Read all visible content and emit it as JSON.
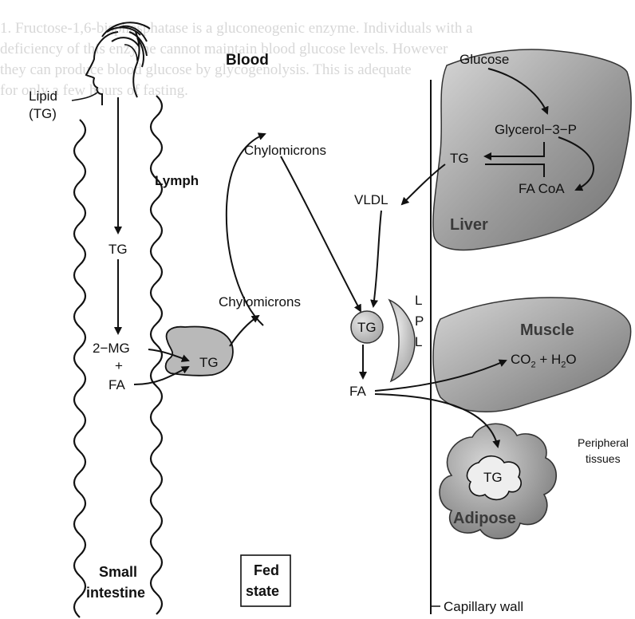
{
  "labels": {
    "blood": "Blood",
    "glucose": "Glucose",
    "lipid_line1": "Lipid",
    "lipid_line2": "(TG)",
    "glycerol3p": "Glycerol−3−P",
    "chylomicrons_top": "Chylomicrons",
    "tg_liver": "TG",
    "lymph": "Lymph",
    "fa_coa": "FA CoA",
    "vldl": "VLDL",
    "liver": "Liver",
    "tg_intestine": "TG",
    "chylomicrons_mid": "Chylomicrons",
    "lpl_l1": "L",
    "lpl_p": "P",
    "lpl_l2": "L",
    "tg_lpl": "TG",
    "muscle": "Muscle",
    "mg2": "2−MG",
    "plus": "+",
    "fa_intestine": "FA",
    "tg_cell": "TG",
    "co2_h2o_pre": "CO",
    "co2_sub": "2",
    "co2_h2o_mid": " + H",
    "h2o_sub": "2",
    "co2_h2o_post": "O",
    "fa_blood": "FA",
    "peripheral_line1": "Peripheral",
    "peripheral_line2": "tissues",
    "tg_adipose": "TG",
    "adipose": "Adipose",
    "small_intestine_line1": "Small",
    "small_intestine_line2": "intestine",
    "fed_state_line1": "Fed",
    "fed_state_line2": "state",
    "capillary_wall": "Capillary wall"
  },
  "colors": {
    "organ_fill": "#8c8c8c",
    "organ_highlight": "#cfcfcf",
    "lpl_fill": "#c8c8c8",
    "ink": "#111111"
  }
}
